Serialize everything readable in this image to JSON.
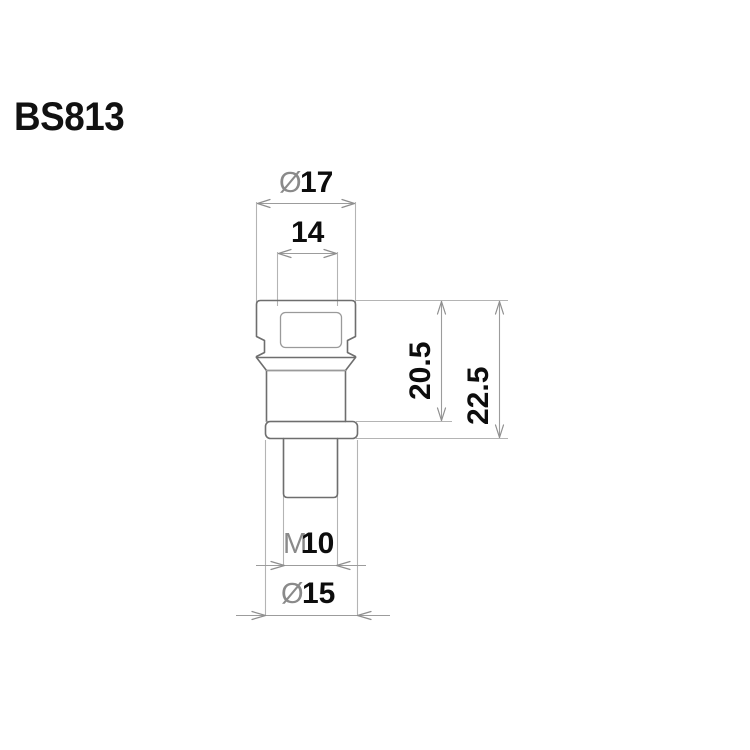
{
  "drawing": {
    "title": "BS813",
    "background_color": "#ffffff",
    "outline_color": "#6e6e6e",
    "dimension_line_color": "#9c9c9c",
    "text_color": "#0d0d0d",
    "symbol_color": "#8a8a8a",
    "view": "front elevation",
    "units": "mm"
  },
  "dimensions": {
    "top_outer": {
      "symbol": "Ø",
      "value": "17",
      "orientation": "horizontal",
      "label": "Ø 17"
    },
    "top_inner": {
      "symbol": "",
      "value": "14",
      "orientation": "horizontal",
      "label": "14"
    },
    "height_inner": {
      "symbol": "",
      "value": "20.5",
      "orientation": "vertical",
      "label": "20.5"
    },
    "height_outer": {
      "symbol": "",
      "value": "22.5",
      "orientation": "vertical",
      "label": "22.5"
    },
    "thread": {
      "symbol": "M",
      "value": "10",
      "orientation": "horizontal",
      "label": "M10"
    },
    "flange_diameter": {
      "symbol": "Ø",
      "value": "15",
      "orientation": "horizontal",
      "label": "Ø 15"
    }
  }
}
